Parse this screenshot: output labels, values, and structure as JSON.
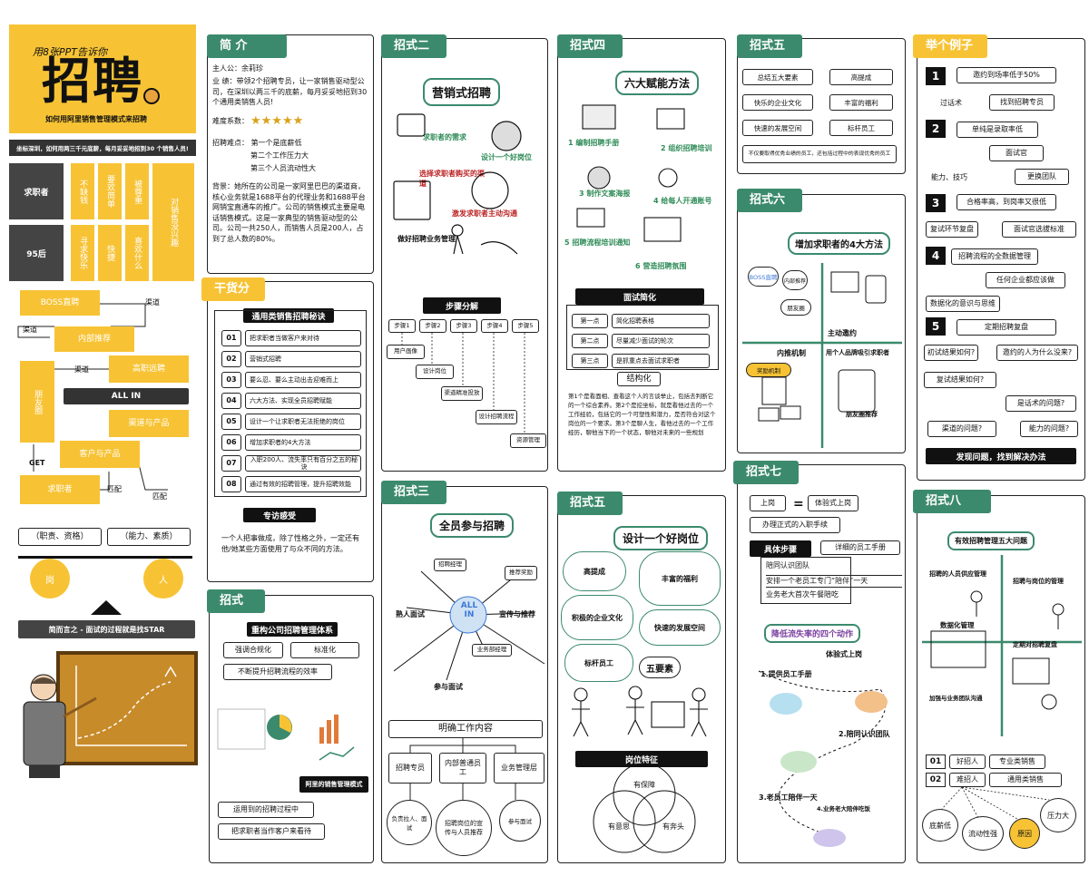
{
  "cover": {
    "subtitle_top": "用8张PPT告诉你",
    "title": "招聘",
    "subtitle_bottom": "如何用阿里销售管理模式来招聘",
    "banner": "坐标深圳，如何用两三千元底薪，每月妥妥地招到30 个销售人员!",
    "seeker_label": "求职者",
    "age_label": "95后",
    "tiles_top": [
      "不缺钱",
      "要欢简单",
      "被尊重",
      "对销售没兴趣"
    ],
    "tiles_bottom": [
      "寻求快乐",
      "快捷",
      "喜欢什么"
    ],
    "flow": {
      "boss": "BOSS直聘",
      "channel1": "渠道",
      "channel2": "渠道",
      "internal": "内部推荐",
      "channel3": "渠道",
      "friends": "朋友圈",
      "hr": "高职远聘",
      "all_in": "ALL IN",
      "channel_product": "渠道与产品",
      "customer_product": "客户与产品",
      "get": "GET",
      "seeker": "求职者",
      "match1": "匹配",
      "match2": "匹配"
    },
    "scale_left": "（职责、资格）",
    "scale_right": "（能力、素质）",
    "ball_left": "岗",
    "ball_right": "人",
    "summary": "简而言之 - 面试的过程就是找STAR"
  },
  "intro": {
    "header": "简  介",
    "lines": [
      "主人公：余莉珍",
      "业    绩：带领2个招聘专员，让一家销售驱动型公司，在深圳以两三千的底薪，每月妥妥地招到30个通用类销售人员!",
      "难度系数：",
      "招聘难点：  第一个是底薪低",
      "第二个工作压力大",
      "第三个人员流动性大",
      "背景：她所在的公司是一家阿里巴巴的渠道商，核心业务就是1688平台的代理业务和1688平台网销宝直通车的推广。公司的销售模式主要是电话销售模式。这是一家典型的销售驱动型的公司。公司一共250人，而销售人员是200人，占到了总人数的80%。"
    ]
  },
  "tips": {
    "header": "干货分享",
    "title": "通用类销售招聘秘诀",
    "items": [
      {
        "n": "01",
        "t": "把求职者当做客户来对待"
      },
      {
        "n": "02",
        "t": "营销式招聘"
      },
      {
        "n": "03",
        "t": "要么忍、要么主动出击迎难而上"
      },
      {
        "n": "04",
        "t": "六大方法、实现全员招聘赋能"
      },
      {
        "n": "05",
        "t": "设计一个让求职者无法拒绝的岗位"
      },
      {
        "n": "06",
        "t": "增加求职者的4大方法"
      },
      {
        "n": "07",
        "t": "入职200人、流失率只有百分之五的秘诀"
      },
      {
        "n": "08",
        "t": "通过有效的招聘管理，提升招聘效能"
      }
    ],
    "insight_title": "专访感受",
    "insight": "一个人把事做成，除了性格之外，一定还有他/她某些方面使用了与众不同的方法。"
  },
  "m1": {
    "header": "招式一",
    "title": "重构公司招聘管理体系",
    "b1": "强调合规化",
    "b2": "标准化",
    "b3": "不断提升招聘流程的效率",
    "ali": "阿里的销售管理模式",
    "c1": "运用到的招聘过程中",
    "c2": "把求职者当作客户来看待"
  },
  "m2": {
    "header": "招式二",
    "title": "营销式招聘",
    "sketch1": "求职者的需求",
    "sketch2": "设计一个好岗位",
    "sketch3": "选择求职者购买的渠道",
    "sketch4": "激发求职者主动沟通",
    "sketch5": "做好招聘业务管理",
    "steps_title": "步骤分解",
    "steps": [
      "步骤1",
      "步骤2",
      "步骤3",
      "步骤4",
      "步骤5"
    ],
    "outcomes": [
      "用户画像",
      "设计岗位",
      "渠道精准投放",
      "设计招聘流程",
      "资源管理"
    ]
  },
  "m3": {
    "header": "招式三",
    "title": "全员参与招聘",
    "all_in": "ALL IN",
    "nodes": [
      "招聘经理",
      "熟人面试",
      "推荐奖励",
      "宣传与推荐",
      "业务部经理",
      "参与面试"
    ],
    "clarify": "明确工作内容",
    "roles": [
      "招聘专员",
      "内部普通员工",
      "业务管理层"
    ],
    "subs": [
      "负责拉人、面试",
      "招聘岗位的宣传与人员推荐",
      "参与面试"
    ]
  },
  "m4": {
    "header": "招式四",
    "title": "六大赋能方法",
    "items": [
      "1 编制招聘手册",
      "2 组织招聘培训",
      "3 制作文案海报",
      "4 给每人开通账号",
      "5 招聘流程培训通知",
      "6 营造招聘氛围"
    ],
    "interview_title": "面试简化",
    "points": [
      {
        "k": "第一点",
        "v": "简化招聘表格"
      },
      {
        "k": "第二点",
        "v": "尽量减少面试的轮次"
      },
      {
        "k": "第三点",
        "v": "是抓重点去面试求职者"
      }
    ],
    "structured": "结构化",
    "body": "第1个是看面相、查看这个人的言谈举止，包括去判断它的一个综合素养。第2个是挖坐标，就是看他过去的一个工作经验，包括它的一个可塑性和潜力，是否符合对这个岗位的一个要求。第3个是聊人生，看他过去的一个工作经历，聊他当下的一个状态，聊他对未来的一些规划"
  },
  "m5a": {
    "header": "招式五",
    "title": "设计一个好岗位",
    "bubbles": [
      "高提成",
      "丰富的福利",
      "积极的企业文化",
      "快速的发展空间",
      "标杆员工",
      "五要素"
    ],
    "feature_title": "岗位特征",
    "venn": [
      "有保障",
      "有意思",
      "有奔头"
    ]
  },
  "m5b": {
    "header": "招式五",
    "rows": [
      {
        "l": "总结五大要素",
        "r": "高提成"
      },
      {
        "l": "快乐的企业文化",
        "r": "丰富的福利"
      },
      {
        "l": "快速的发展空间",
        "r": "标杆员工"
      }
    ],
    "note": "不仅要取得优秀业绩的员工，还包括过程中的表现优秀的员工"
  },
  "m6": {
    "header": "招式六",
    "title": "增加求职者的4大方法",
    "items": [
      "BOSS直聘",
      "内部推荐",
      "朋友圈",
      "主动邀约",
      "内推机制",
      "奖励机制",
      "用个人品牌吸引求职者",
      "朋友圈推荐"
    ]
  },
  "m7": {
    "header": "招式七",
    "a": "上岗",
    "eq": "=",
    "b": "体验式上岗",
    "c": "办理正式的入职手续",
    "steps_label": "具体步骤",
    "handbook": "详细的员工手册",
    "list": [
      "陪同认识团队",
      "安排一个老员工专门“陪伴”一天",
      "业务老大首次午餐陪吃"
    ],
    "sketch_title": "降低流失率的四个动作",
    "sketch_sub": "体验式上岗",
    "sketch_steps": [
      "1.提供员工手册",
      "2.陪同认识团队",
      "3.老员工陪伴一天",
      "4.业务老大陪伴吃饭"
    ]
  },
  "example": {
    "header": "举个例子",
    "blocks": [
      {
        "n": "1",
        "t": "邀约到场率低于50%",
        "a": "过话术",
        "b": "找到招聘专员"
      },
      {
        "n": "2",
        "t": "单纯是录取率低",
        "a": "面试官",
        "b": "能力、技巧",
        "c": "更换团队"
      },
      {
        "n": "3",
        "t": "合格率高，到岗率又很低",
        "a": "复试环节复盘",
        "b": "面试官选拔标准"
      },
      {
        "n": "4",
        "t": "招聘流程的全数据管理",
        "a": "任何企业都应该做",
        "b": "数据化的意识与思维"
      },
      {
        "n": "5",
        "t": "定期招聘复盘",
        "a": "初试结果如何?",
        "b": "邀约的人为什么没来?",
        "c": "复试结果如何?",
        "d": "是话术的问题?",
        "e": "渠道的问题?",
        "f": "能力的问题?"
      }
    ],
    "footer": "发现问题，找到解决办法"
  },
  "m8": {
    "header": "招式八",
    "title": "有效招聘管理五大问题",
    "sketch": [
      "招聘的人员供应管理",
      "招聘与岗位的管理",
      "数据化管理",
      "定期对招聘复盘",
      "加强与业务团队沟通"
    ],
    "rows": [
      {
        "n": "01",
        "a": "好招人",
        "b": "专业类销售"
      },
      {
        "n": "02",
        "a": "难招人",
        "b": "通用类销售"
      }
    ],
    "reasons": [
      "底薪低",
      "流动性强",
      "原因",
      "压力大"
    ]
  },
  "colors": {
    "accent_green": "#3c8a6d",
    "accent_yellow": "#f7c335",
    "dark": "#111111"
  }
}
